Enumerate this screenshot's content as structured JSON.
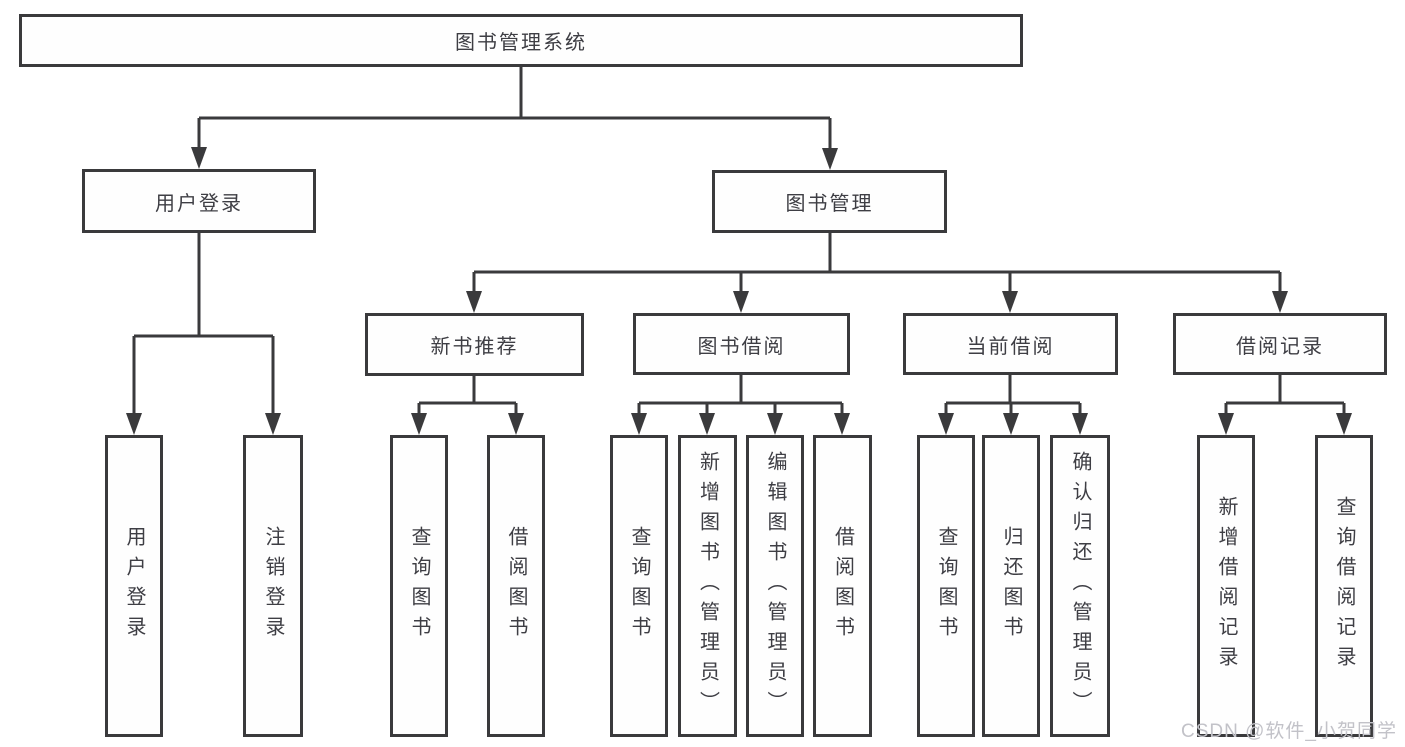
{
  "diagram": {
    "root": {
      "label": "图书管理系统"
    },
    "branches": [
      {
        "label": "用户登录",
        "children": [
          "用户登录",
          "注销登录"
        ]
      },
      {
        "label": "图书管理"
      }
    ],
    "modules": [
      {
        "label": "新书推荐",
        "children": [
          "查询图书",
          "借阅图书"
        ]
      },
      {
        "label": "图书借阅",
        "children": [
          "查询图书",
          "新增图书（管理员）",
          "编辑图书（管理员）",
          "借阅图书"
        ]
      },
      {
        "label": "当前借阅",
        "children": [
          "查询图书",
          "归还图书",
          "确认归还（管理员）"
        ]
      },
      {
        "label": "借阅记录",
        "children": [
          "新增借阅记录",
          "查询借阅记录"
        ]
      }
    ]
  },
  "watermark": {
    "text": "CSDN @软件_小贺同学"
  },
  "colors": {
    "line": "#3a3a3c",
    "text": "#3e3e44",
    "watermark": "#c2c2c8",
    "background": "#ffffff"
  }
}
